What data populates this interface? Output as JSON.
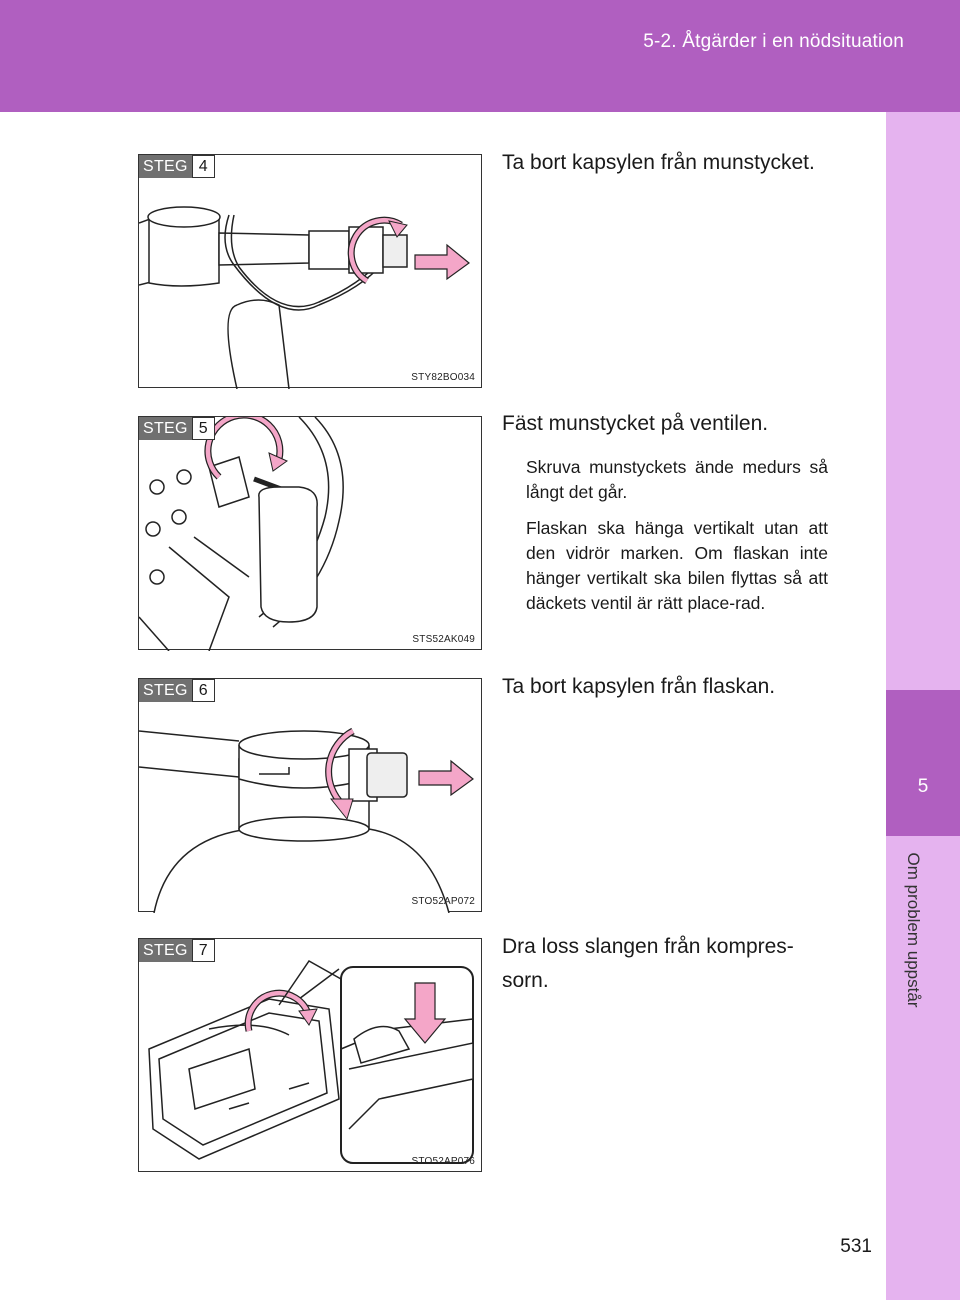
{
  "header": {
    "title": "5-2. Åtgärder i en nödsituation"
  },
  "sidebar": {
    "chapter_number": "5",
    "chapter_title": "Om problem uppstår"
  },
  "page_number": "531",
  "steps": [
    {
      "label": "STEG",
      "number": "4",
      "code": "STY82BO034",
      "heading": "Ta bort kapsylen från munstycket.",
      "paragraphs": []
    },
    {
      "label": "STEG",
      "number": "5",
      "code": "STS52AK049",
      "heading": "Fäst munstycket på ventilen.",
      "paragraphs": [
        "Skruva munstyckets ände medurs så långt det går.",
        "Flaskan ska hänga vertikalt utan att den vidrör marken. Om flaskan inte hänger vertikalt ska bilen flyttas så att däckets ventil är rätt place-rad."
      ]
    },
    {
      "label": "STEG",
      "number": "6",
      "code": "STO52AP072",
      "heading": "Ta bort kapsylen från flaskan.",
      "paragraphs": []
    },
    {
      "label": "STEG",
      "number": "7",
      "code": "STO52AP076",
      "heading": "Dra loss slangen från kompres-sorn.",
      "paragraphs": []
    }
  ],
  "colors": {
    "header": "#b05fc0",
    "sidebar": "#e5b3ef",
    "arrow": "#f4a6c8"
  }
}
